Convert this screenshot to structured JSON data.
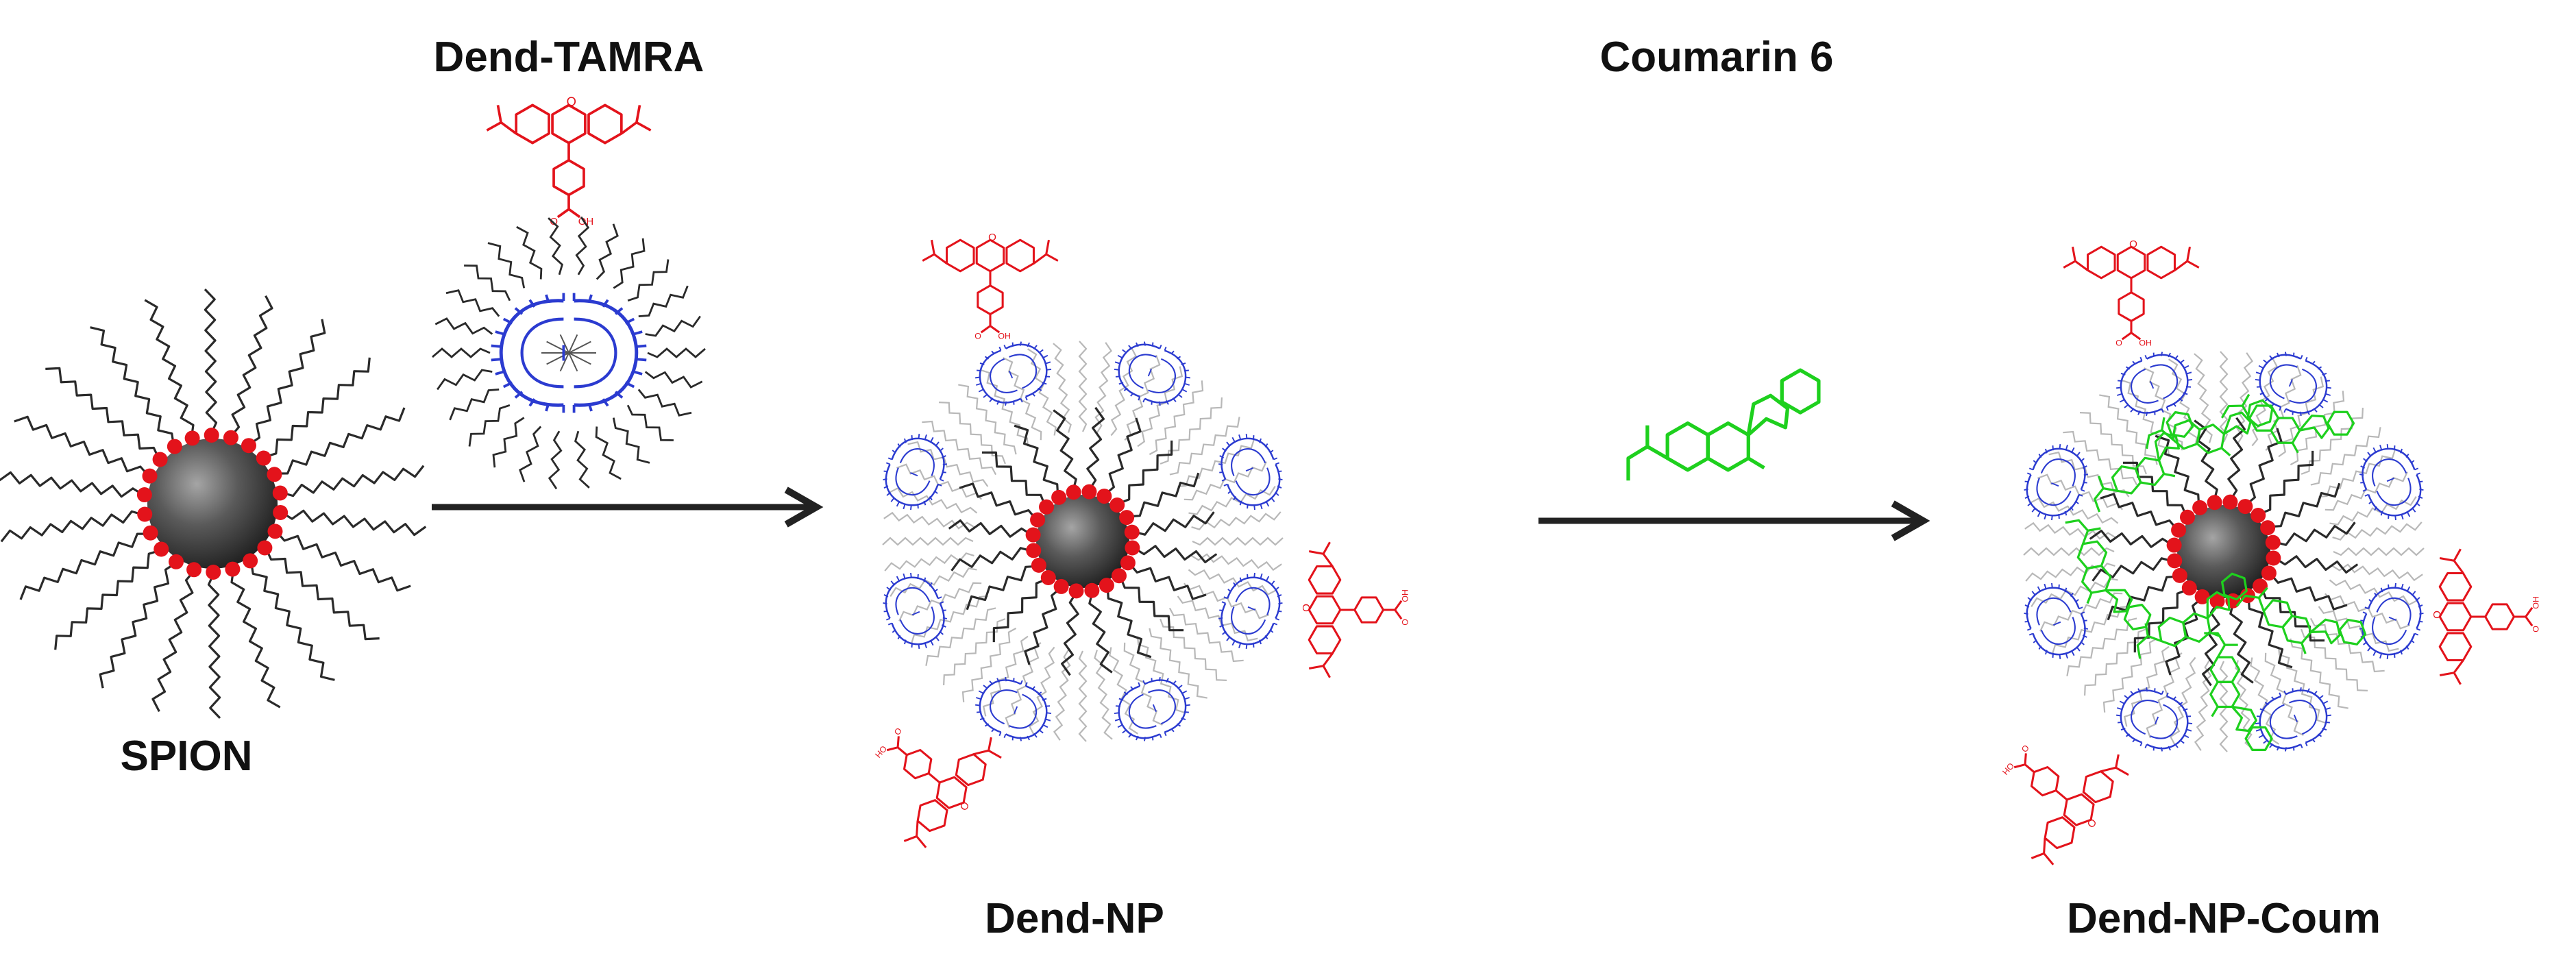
{
  "labels": {
    "spion": "SPION",
    "dend_tamra": "Dend-TAMRA",
    "dend_np": "Dend-NP",
    "coumarin": "Coumarin 6",
    "dend_np_coum": "Dend-NP-Coum"
  },
  "colors": {
    "core": "#3c3c3c",
    "anchor": "#e3131b",
    "tamra": "#e3131b",
    "dendron": "#2b3bd0",
    "coumarin": "#1ed01e",
    "ligand": "#2a2a2a",
    "shell": "#b8b8b8",
    "arrow": "#222222"
  },
  "icons": [
    "spion-nanoparticle-icon",
    "dendron-icon",
    "tamra-dye-icon",
    "coumarin-6-icon",
    "reaction-arrow-icon"
  ],
  "panels": {
    "spion_chains": 22,
    "dend_np_dendrons": 8,
    "dend_np_tamra_attached": 3,
    "dend_np_coum_dendrons": 8,
    "dend_np_coum_tamra_attached": 3,
    "dend_np_coum_coumarin_loaded": 7
  }
}
